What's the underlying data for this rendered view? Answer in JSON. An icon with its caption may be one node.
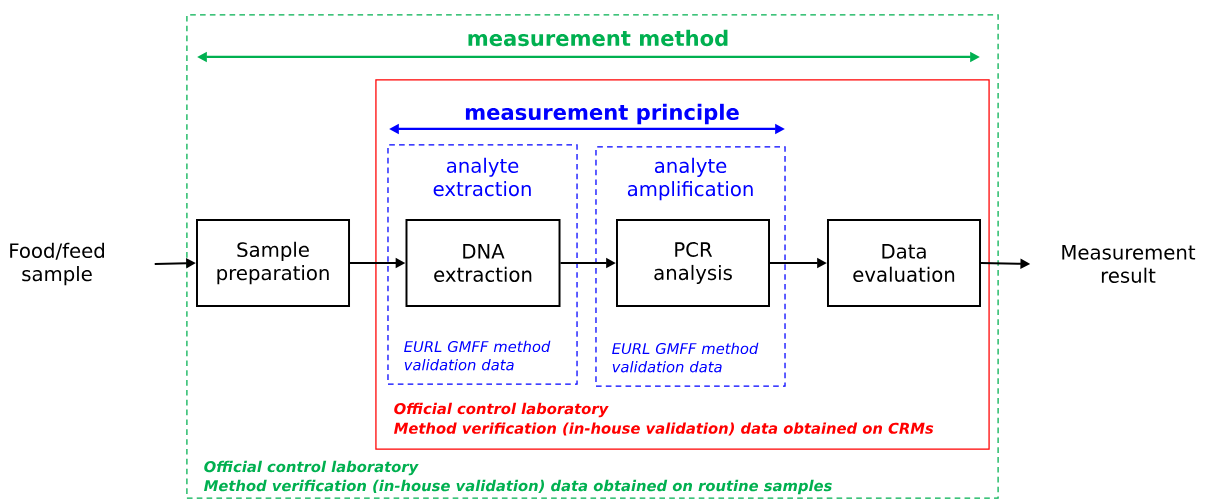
{
  "diagram": {
    "nodes": [
      {
        "text": [
          "measurement method",
          "Official control laboratory",
          "Method verification (in-house validation) data obtained on routine samples"
        ]
      },
      {
        "text": [
          "measurement principle",
          "Official control laboratory",
          "Method verification (in-house validation) data obtained on CRMs"
        ],
        "in": 0
      },
      {
        "text": [
          "analyte extraction",
          "EURL GMFF method validation data"
        ],
        "in": 1
      },
      {
        "text": [
          "analyte amplification",
          "EURL GMFF method validation data"
        ],
        "in": 1
      },
      {
        "text": [
          "Food/feed sample"
        ]
      },
      {
        "text": [
          "Sample preparation"
        ],
        "in": 0
      },
      {
        "text": [
          "DNA extraction"
        ],
        "in": 2
      },
      {
        "text": [
          "PCR analysis"
        ],
        "in": 3
      },
      {
        "text": [
          "Data evaluation"
        ],
        "in": 1
      },
      {
        "text": [
          "Measurement result"
        ]
      }
    ],
    "edges": [
      {
        "from": 4,
        "to": 5,
        "arrow": "to"
      },
      {
        "from": 5,
        "to": 6,
        "arrow": "to"
      },
      {
        "from": 6,
        "to": 7,
        "arrow": "to"
      },
      {
        "from": 7,
        "to": 8,
        "arrow": "to"
      },
      {
        "from": 8,
        "to": 9,
        "arrow": "to"
      }
    ]
  }
}
